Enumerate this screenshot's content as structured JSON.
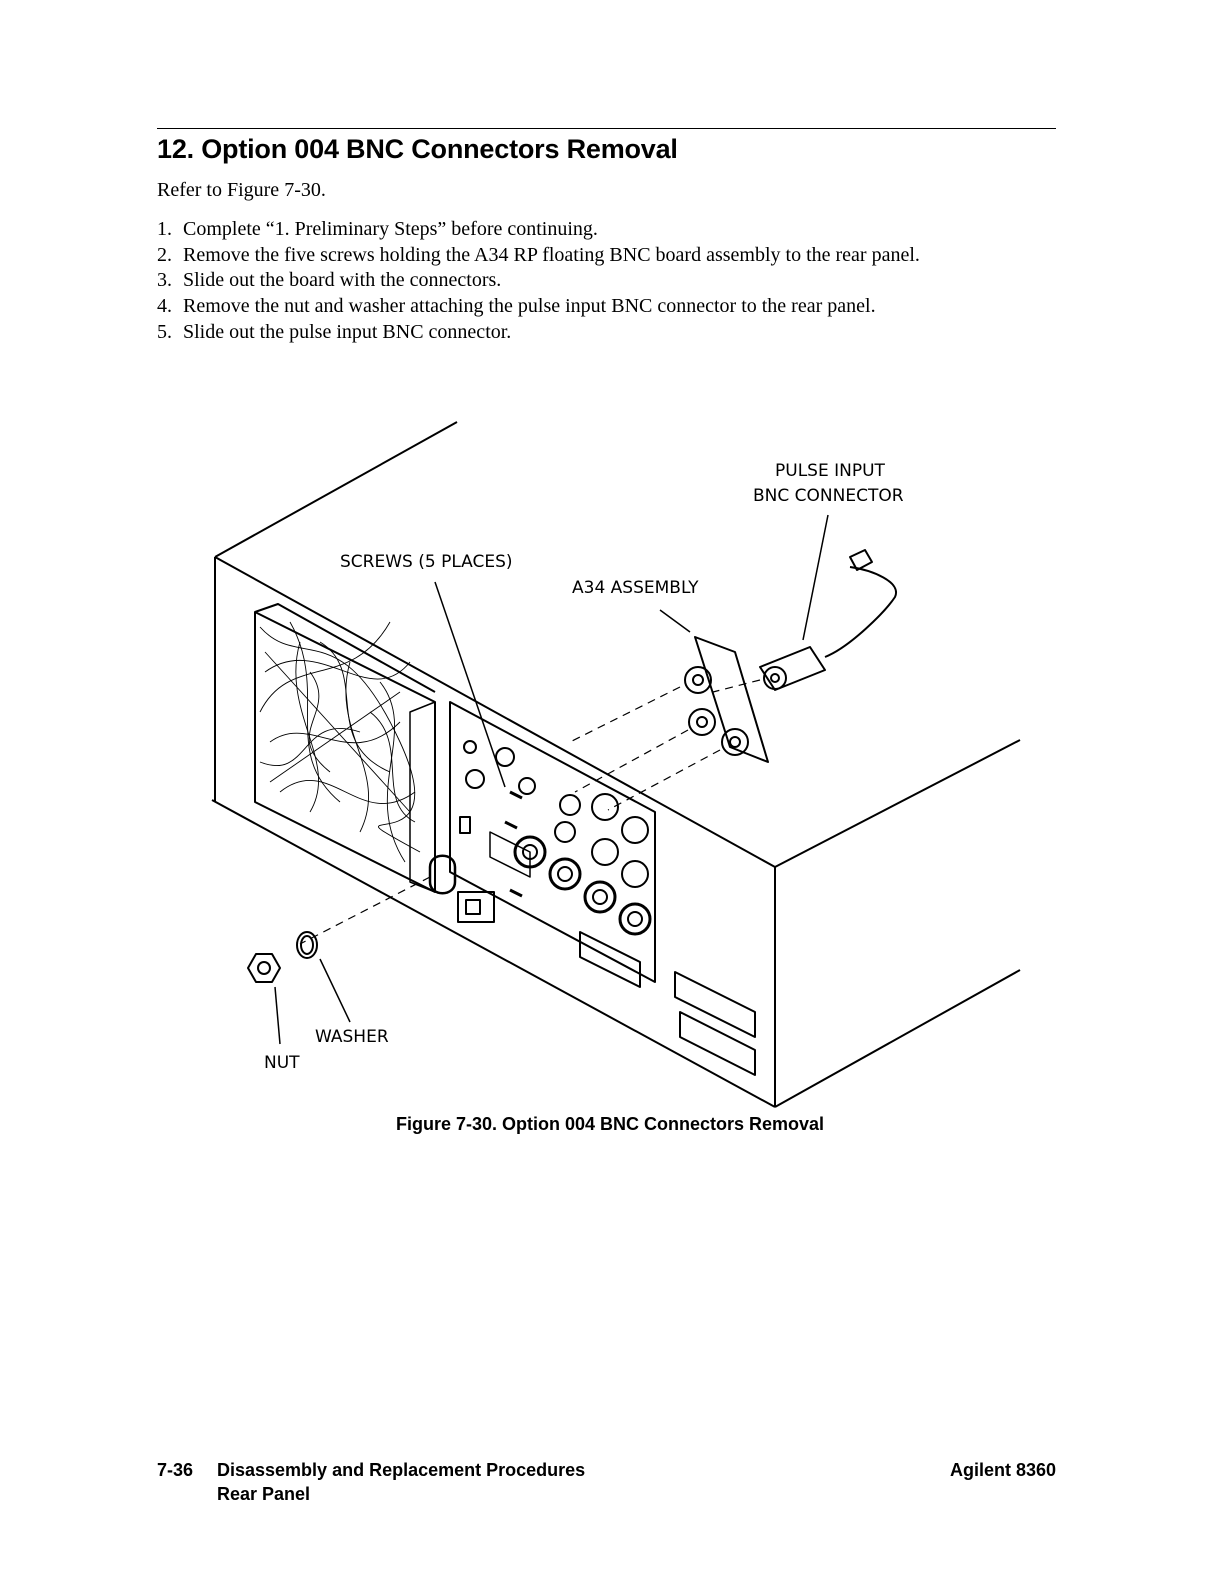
{
  "section": {
    "title": "12. Option 004 BNC Connectors Removal",
    "intro": "Refer to Figure 7-30."
  },
  "steps": [
    {
      "num": "1.",
      "text": "Complete “1. Preliminary Steps” before continuing."
    },
    {
      "num": "2.",
      "text": "Remove the five screws holding the A34 RP floating BNC board assembly to the rear panel."
    },
    {
      "num": "3.",
      "text": "Slide out the board with the connectors."
    },
    {
      "num": "4.",
      "text": "Remove the nut and washer attaching the pulse input BNC connector to the rear panel."
    },
    {
      "num": "5.",
      "text": "Slide out the pulse input BNC connector."
    }
  ],
  "figure": {
    "labels": {
      "pulse_input_line1": "PULSE  INPUT",
      "pulse_input_line2": "BNC  CONNECTOR",
      "screws": "SCREWS  (5  PLACES)",
      "a34": "A34  ASSEMBLY",
      "washer": "WASHER",
      "nut": "NUT"
    },
    "caption": "Figure 7-30. Option 004 BNC Connectors Removal"
  },
  "footer": {
    "page_number": "7-36",
    "chapter": "Disassembly and Replacement Procedures",
    "subsection": "Rear Panel",
    "product": "Agilent 8360"
  }
}
